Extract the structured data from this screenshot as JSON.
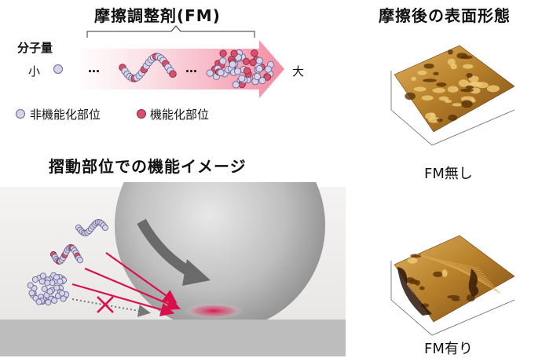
{
  "top": {
    "title": "摩擦調整剤(FM)",
    "mw_label": "分子量",
    "small": "小",
    "large": "大",
    "dots": "…",
    "legend": {
      "nonfunctional": "非機能化部位",
      "functional": "機能化部位",
      "nonfunctional_color": "#d7d3ea",
      "functional_color": "#d9506f"
    }
  },
  "middle": {
    "title": "摺動部位での機能イメージ"
  },
  "right": {
    "title": "摩擦後の表面形態",
    "caption_no_fm": "FM無し",
    "caption_with_fm": "FM有り"
  },
  "colors": {
    "arrow": "#d9104a",
    "ball": "#a8a8a8",
    "floor": "#bdbdbd",
    "bg_panel": "#efedec"
  }
}
